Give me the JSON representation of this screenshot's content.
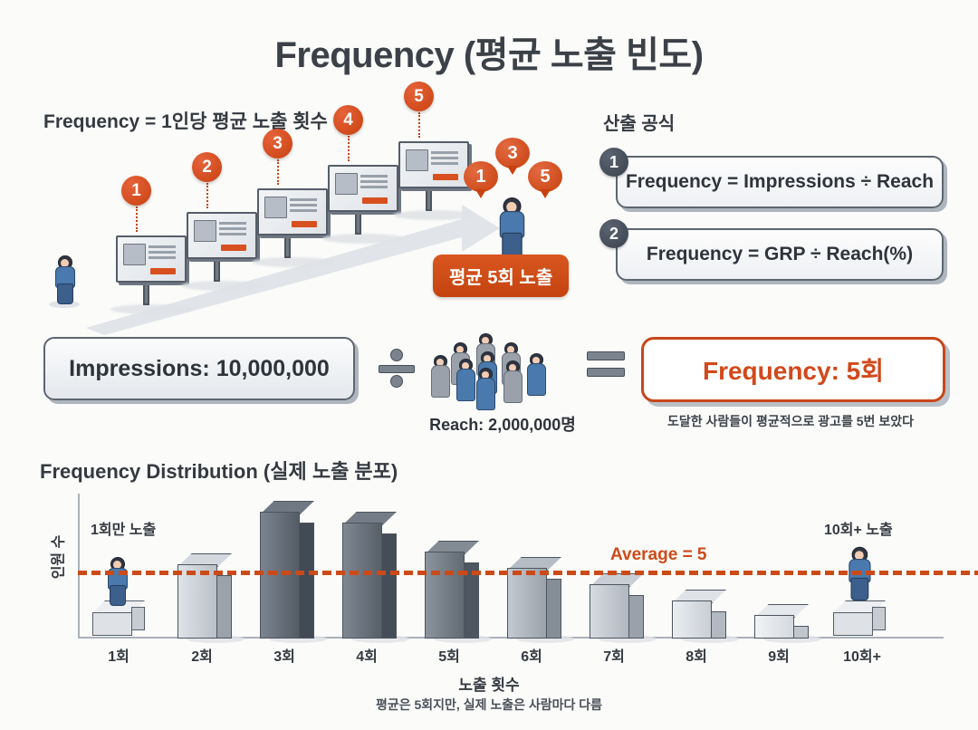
{
  "title": "Frequency (평균 노출 빈도)",
  "left_section": {
    "caption": "Frequency = 1인당 평균 노출 횟수",
    "billboard_numbers": [
      "1",
      "2",
      "3",
      "4",
      "5"
    ],
    "speech_bubbles": [
      "1",
      "3",
      "5"
    ],
    "avg_badge": "평균 5회 노출"
  },
  "formula_section": {
    "caption": "산출 공식",
    "items": [
      {
        "num": "1",
        "text": "Frequency = Impressions ÷ Reach"
      },
      {
        "num": "2",
        "text": "Frequency = GRP ÷ Reach(%)"
      }
    ]
  },
  "equation": {
    "impressions": "Impressions: 10,000,000",
    "divide_symbol": "÷",
    "reach": "Reach: 2,000,000명",
    "equals_symbol": "=",
    "result": "Frequency: 5회",
    "result_note": "도달한 사람들이 평균적으로 광고를 5번 보았다"
  },
  "chart_section": {
    "heading": "Frequency Distribution (실제 노출 분포)",
    "annotation_left": "1회만 노출",
    "annotation_right": "10회+ 노출",
    "note": "평균은 5회지만, 실제 노출은 사람마다 다름"
  },
  "chart_data": {
    "type": "bar",
    "title": "Frequency Distribution (실제 노출 분포)",
    "xlabel": "노출 횟수",
    "ylabel": "인원 수",
    "categories": [
      "1회",
      "2회",
      "3회",
      "4회",
      "5회",
      "6회",
      "7회",
      "8회",
      "9회",
      "10회+"
    ],
    "values": [
      26,
      82,
      140,
      128,
      96,
      78,
      60,
      42,
      26,
      30
    ],
    "bar_shades": [
      "#e6e9ec",
      "#b9c0c8",
      "#5a626d",
      "#5f6770",
      "#6c737c",
      "#9aa2ab",
      "#b4bbc3",
      "#ced3d9",
      "#dee1e5",
      "#e6e9ec"
    ],
    "average_line": {
      "label": "Average = 5",
      "value": 73,
      "color": "#cc4a18",
      "style": "dashed"
    },
    "grid": false,
    "legend": "none",
    "annotations": [
      {
        "text": "1회만 노출",
        "category": "1회"
      },
      {
        "text": "10회+ 노출",
        "category": "10회+"
      }
    ]
  },
  "colors": {
    "accent_orange": "#cc4a18",
    "badge_orange": "#c8410f",
    "dark_slate": "#39414c",
    "text": "#353a41",
    "background": "#fbfbf9"
  }
}
